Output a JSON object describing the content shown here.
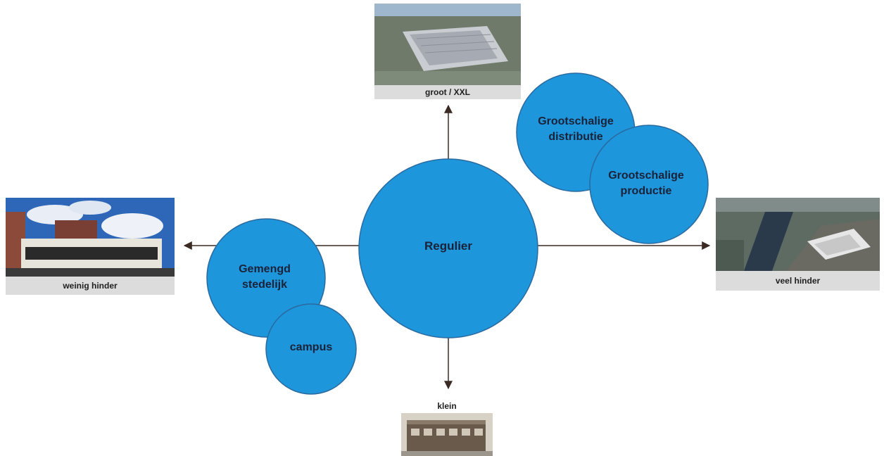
{
  "axes": {
    "top": "groot / XXL",
    "bottom": "klein",
    "left": "weinig hinder",
    "right": "veel hinder"
  },
  "bubbles": {
    "regulier": "Regulier",
    "gemengd": "Gemengd\nstedelijk",
    "campus": "campus",
    "distributie": "Grootschalige\ndistributie",
    "productie": "Grootschalige\nproductie"
  },
  "colors": {
    "bubble_fill": "#1e96dc",
    "bubble_stroke": "#2a6aa0",
    "arrow": "#3b2a24",
    "label_text": "#1b2238"
  },
  "icons": {
    "top": "warehouse-aerial-photo",
    "bottom": "row-building-photo",
    "left": "modern-building-photo",
    "right": "harbor-industry-photo"
  }
}
